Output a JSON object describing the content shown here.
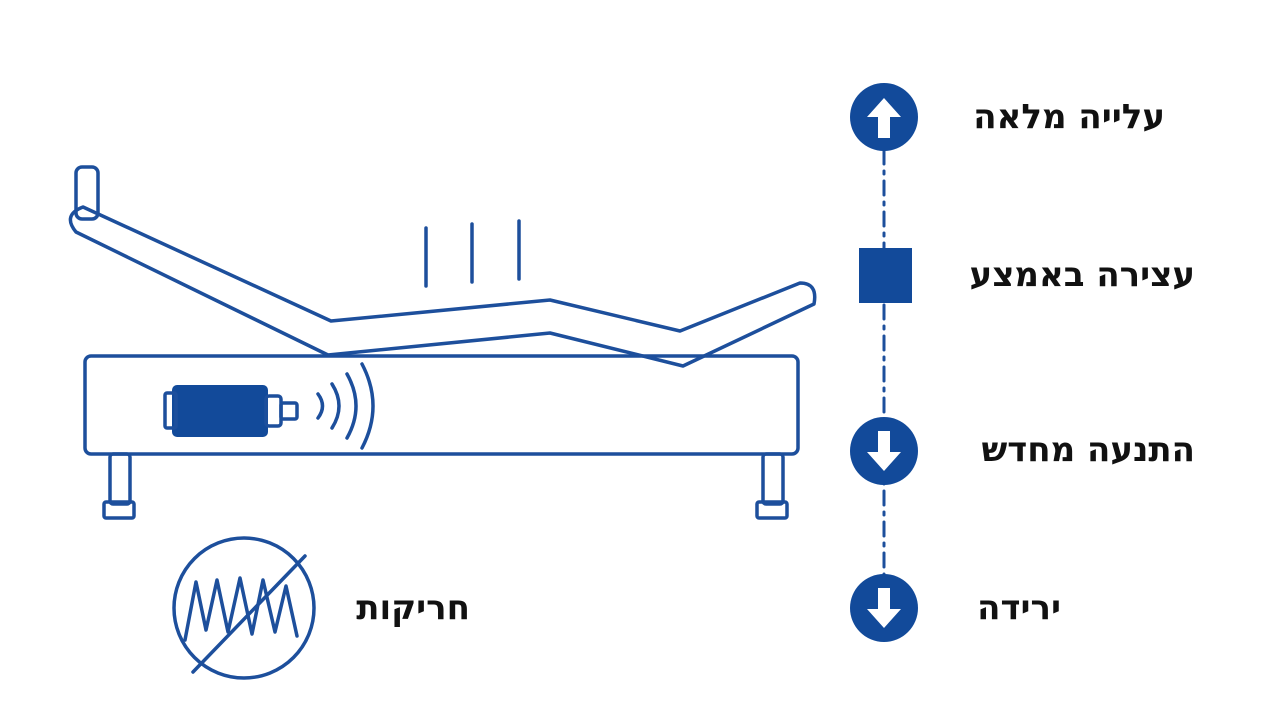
{
  "colors": {
    "stroke": "#1d4f9c",
    "fill": "#124a9a",
    "text": "#111111",
    "background": "#ffffff"
  },
  "steps": [
    {
      "label": "עלייה מלאה",
      "icon": "arrow-up-icon"
    },
    {
      "label": "עצירה באמצע",
      "icon": "stop-square-icon"
    },
    {
      "label": "התנעה מחדש",
      "icon": "arrow-down-icon"
    },
    {
      "label": "ירידה",
      "icon": "arrow-down-icon"
    }
  ],
  "no_squeak": {
    "label": "חריקות",
    "icon": "no-squeak-icon"
  }
}
